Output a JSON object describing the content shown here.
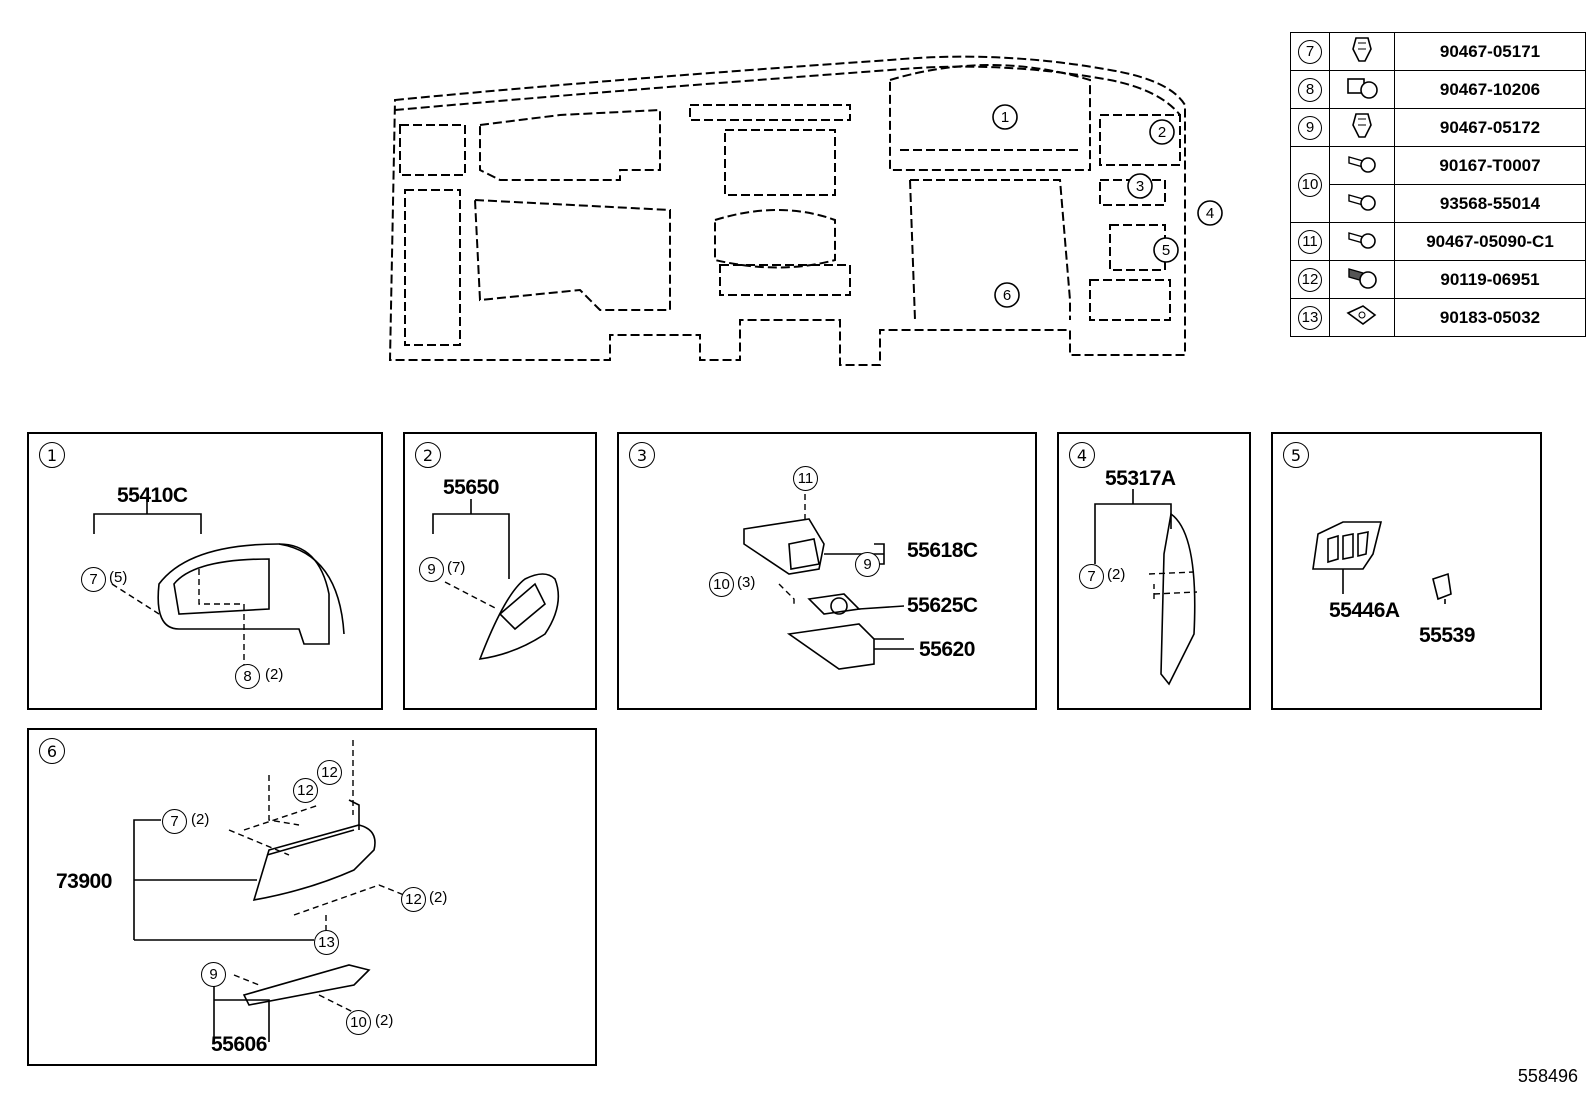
{
  "overview": {
    "callouts": [
      "1",
      "2",
      "3",
      "4",
      "5",
      "6"
    ]
  },
  "legend": [
    {
      "num": "7",
      "icon": "clip-icon",
      "parts": [
        "90467-05171"
      ]
    },
    {
      "num": "8",
      "icon": "push-rivet-icon",
      "parts": [
        "90467-10206"
      ]
    },
    {
      "num": "9",
      "icon": "clip-icon",
      "parts": [
        "90467-05172"
      ]
    },
    {
      "num": "10",
      "icon": "screw-icon",
      "parts": [
        "90167-T0007",
        "93568-55014"
      ]
    },
    {
      "num": "11",
      "icon": "screw-icon",
      "parts": [
        "90467-05090-C1"
      ]
    },
    {
      "num": "12",
      "icon": "bolt-icon",
      "parts": [
        "90119-06951"
      ]
    },
    {
      "num": "13",
      "icon": "nut-clip-icon",
      "parts": [
        "90183-05032"
      ]
    }
  ],
  "panels": {
    "p1": {
      "num": "1",
      "part": "55410C",
      "c7": "7",
      "q7": "(5)",
      "c8": "8",
      "q8": "(2)"
    },
    "p2": {
      "num": "2",
      "part": "55650",
      "c9": "9",
      "q9": "(7)"
    },
    "p3": {
      "num": "3",
      "c11": "11",
      "p1": "55618C",
      "c9": "9",
      "c10": "10",
      "q10": "(3)",
      "p2": "55625C",
      "p3": "55620"
    },
    "p4": {
      "num": "4",
      "part": "55317A",
      "c7": "7",
      "q7": "(2)"
    },
    "p5": {
      "num": "5",
      "p1": "55446A",
      "p2": "55539"
    },
    "p6": {
      "num": "6",
      "c12a": "12",
      "c12b": "12",
      "c7": "7",
      "q7": "(2)",
      "part": "73900",
      "c12c": "12",
      "q12c": "(2)",
      "c13": "13",
      "c9": "9",
      "part2": "55606",
      "c10": "10",
      "q10": "(2)"
    }
  },
  "reference": "558496"
}
